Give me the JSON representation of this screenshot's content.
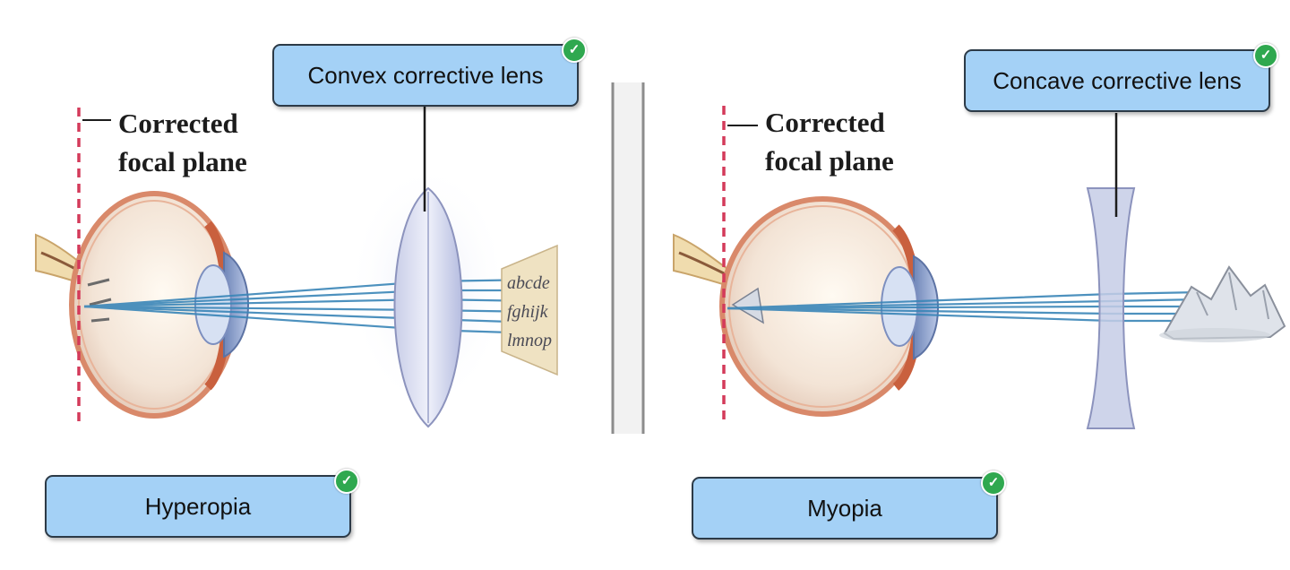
{
  "labels": {
    "convex": "Convex corrective lens",
    "concave": "Concave corrective lens",
    "hyperopia": "Hyperopia",
    "myopia": "Myopia"
  },
  "captions": {
    "left_focal": "Corrected\nfocal plane",
    "right_focal": "Corrected\nfocal plane"
  },
  "chart_letters": {
    "row1": "abcde",
    "row2": "fghijk",
    "row3": "lmnop"
  },
  "colors": {
    "label_fill": "#a4d1f6",
    "label_border": "#2c3a47",
    "check_green": "#2fa84f",
    "light_ray": "#3a86b8",
    "focal_line": "#d43a5a"
  }
}
